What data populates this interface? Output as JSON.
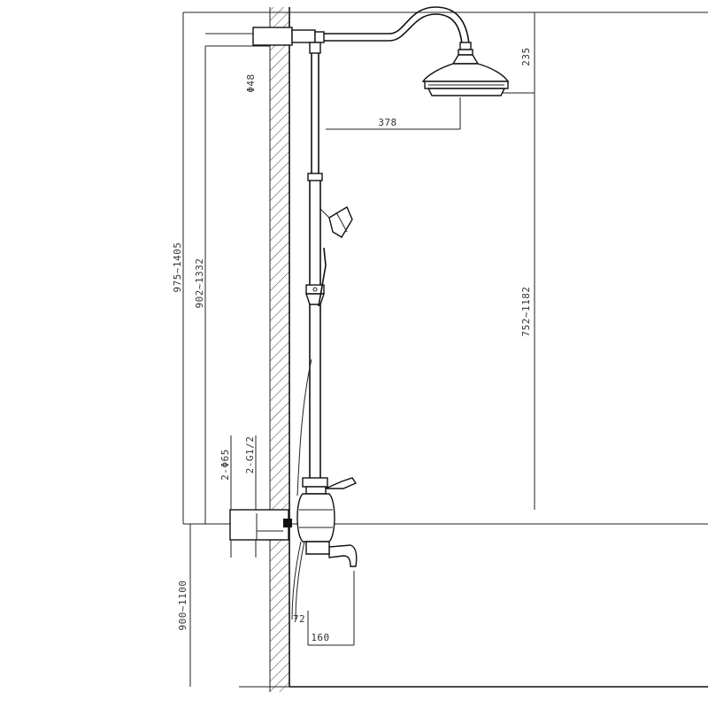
{
  "colors": {
    "ink": "#111111",
    "background": "#ffffff",
    "hatch": "#444444"
  },
  "dimensions": {
    "head_drop": "235",
    "head_projection": "378",
    "pipe_diameter": "Φ48",
    "total_height": "975~1405",
    "riser_height": "902~1332",
    "head_above_mixer": "752~1182",
    "mixer_to_floor": "900~1100",
    "outlet_diameter": "2-Φ65",
    "thread_size": "2-G1/2",
    "spout_offset": "72",
    "spout_length": "160"
  },
  "icons": {
    "wall": "wall-hatch-icon",
    "shower_head": "rain-shower-head-icon",
    "hand_shower": "hand-shower-icon",
    "mixer": "mixer-valve-icon",
    "spout": "bath-spout-icon"
  }
}
